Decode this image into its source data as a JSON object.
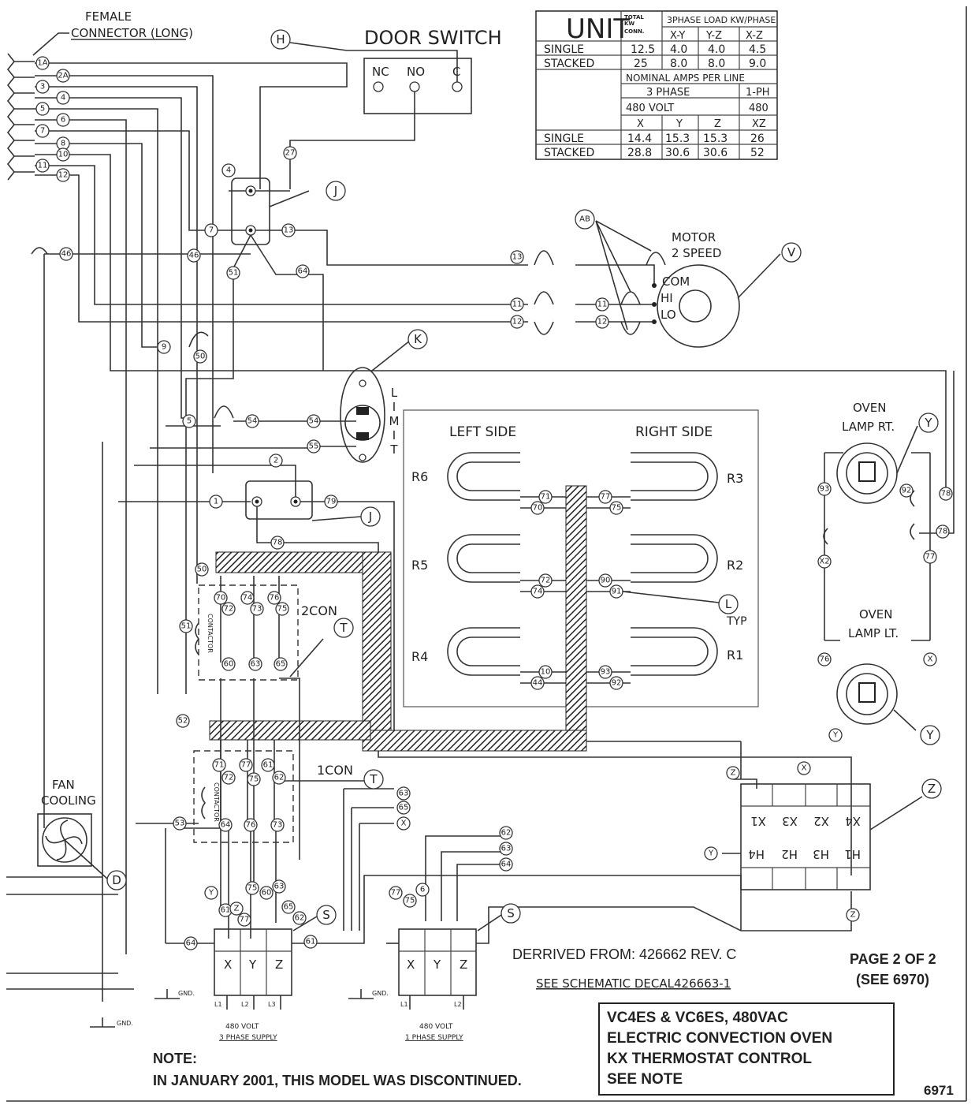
{
  "diagram": {
    "connector_title": [
      "FEMALE",
      "CONNECTOR (LONG)"
    ],
    "door_switch": {
      "title": "DOOR SWITCH",
      "nc": "NC",
      "no": "NO",
      "c": "C"
    },
    "motor": {
      "title": [
        "MOTOR",
        "2 SPEED"
      ],
      "com": "COM",
      "hi": "HI",
      "lo": "LO"
    },
    "limit": [
      "L",
      "I",
      "M",
      "I",
      "T"
    ],
    "left_side": "LEFT SIDE",
    "right_side": "RIGHT SIDE",
    "elements": [
      "R6",
      "R5",
      "R4",
      "R3",
      "R2",
      "R1"
    ],
    "typ": "TYP",
    "oven_lamp_rt": [
      "OVEN",
      "LAMP RT."
    ],
    "oven_lamp_lt": [
      "OVEN",
      "LAMP LT."
    ],
    "contactor_2": "2CON",
    "contactor_1": "1CON",
    "contactor_label": "CONTACTOR",
    "fan": [
      "FAN",
      "COOLING"
    ],
    "gnd": "GND.",
    "supply_3ph": [
      "480 VOLT",
      "3 PHASE SUPPLY"
    ],
    "supply_1ph": [
      "480 VOLT",
      "1 PHASE SUPPLY"
    ],
    "terminal_xyz": [
      "X",
      "Y",
      "Z"
    ],
    "lines_3ph": [
      "L1",
      "L2",
      "L3"
    ],
    "lines_1ph": [
      "L1",
      "L2"
    ],
    "thermostat_top": [
      "X1",
      "X3",
      "X2",
      "X4"
    ],
    "thermostat_bottom": [
      "H4",
      "H2",
      "H3",
      "H1"
    ],
    "callouts": [
      "H",
      "J",
      "J",
      "K",
      "V",
      "AB",
      "L",
      "Y",
      "Y",
      "Z",
      "T",
      "T",
      "S",
      "S",
      "D"
    ],
    "derived_from": "DERRIVED FROM: 426662 REV. C",
    "see_schematic": "SEE SCHEMATIC DECAL426663-1",
    "page": [
      "PAGE 2 OF 2",
      "(SEE 6970)"
    ],
    "title_box": [
      "VC4ES & VC6ES, 480VAC",
      "ELECTRIC CONVECTION OVEN",
      "KX THERMOSTAT CONTROL",
      "SEE NOTE"
    ],
    "note_heading": "NOTE:",
    "note_text": "IN JANUARY 2001, THIS MODEL WAS DISCONTINUED.",
    "doc_number": "6971"
  },
  "table": {
    "unit_header": "UNIT",
    "total_kw_header": [
      "TOTAL",
      "KW",
      "CONN."
    ],
    "load_header": "3PHASE LOAD KW/PHASE",
    "load_cols": [
      "X-Y",
      "Y-Z",
      "X-Z"
    ],
    "load_rows": [
      {
        "name": "SINGLE",
        "total": "12.5",
        "values": [
          "4.0",
          "4.0",
          "4.5"
        ]
      },
      {
        "name": "STACKED",
        "total": "25",
        "values": [
          "8.0",
          "8.0",
          "9.0"
        ]
      }
    ],
    "amps_header": "NOMINAL AMPS PER LINE",
    "three_phase": "3 PHASE",
    "one_phase": "1-PH",
    "volt_480": "480 VOLT",
    "volt_480_short": "480",
    "amps_cols": [
      "X",
      "Y",
      "Z",
      "XZ"
    ],
    "amps_rows": [
      {
        "name": "SINGLE",
        "values": [
          "14.4",
          "15.3",
          "15.3",
          "26"
        ]
      },
      {
        "name": "STACKED",
        "values": [
          "28.8",
          "30.6",
          "30.6",
          "52"
        ]
      }
    ]
  },
  "wire_tags": [
    "1A",
    "2A",
    "3",
    "4",
    "5",
    "6",
    "7",
    "8",
    "10",
    "11",
    "12",
    "46",
    "27",
    "4",
    "7",
    "46",
    "13",
    "51",
    "64",
    "13",
    "11",
    "11",
    "12",
    "12",
    "9",
    "50",
    "5",
    "54",
    "54",
    "55",
    "2",
    "1",
    "79",
    "78",
    "50",
    "51",
    "52",
    "53",
    "70",
    "72",
    "74",
    "73",
    "76",
    "75",
    "60",
    "63",
    "65",
    "71",
    "72",
    "77",
    "75",
    "61",
    "62",
    "64",
    "76",
    "73",
    "71",
    "70",
    "77",
    "75",
    "72",
    "74",
    "90",
    "91",
    "10",
    "44",
    "93",
    "92",
    "93",
    "92",
    "78",
    "78",
    "X2",
    "77",
    "76",
    "X",
    "Y",
    "Z",
    "X",
    "Y",
    "Z",
    "63",
    "65",
    "X",
    "62",
    "63",
    "64",
    "Y",
    "61",
    "Z",
    "77",
    "75",
    "60",
    "63",
    "65",
    "62",
    "64",
    "61",
    "77",
    "75",
    "6"
  ]
}
